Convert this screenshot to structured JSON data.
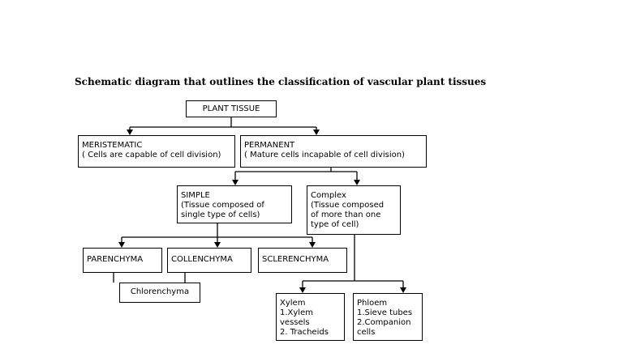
{
  "caption": "Schematic diagram that outlines the classification of vascular plant tissues",
  "nodes": {
    "plant_tissue": "PLANT TISSUE",
    "meristematic": "MERISTEMATIC\n( Cells are capable of cell division)",
    "permanent": "PERMANENT\n( Mature cells incapable of cell division)",
    "simple": "SIMPLE\n(Tissue composed of\nsingle type of cells)",
    "complex": "Complex\n(Tissue composed\nof more than one\ntype of cell)",
    "parenchyma": "PARENCHYMA",
    "collenchyma": "COLLENCHYMA",
    "sclerenchyma": "SCLERENCHYMA",
    "chlorenchyma": "Chlorenchyma",
    "xylem": "Xylem\n1.Xylem\n   vessels\n2. Tracheids",
    "phloem": "Phloem\n1.Sieve tubes\n2.Companion\n   cells"
  }
}
